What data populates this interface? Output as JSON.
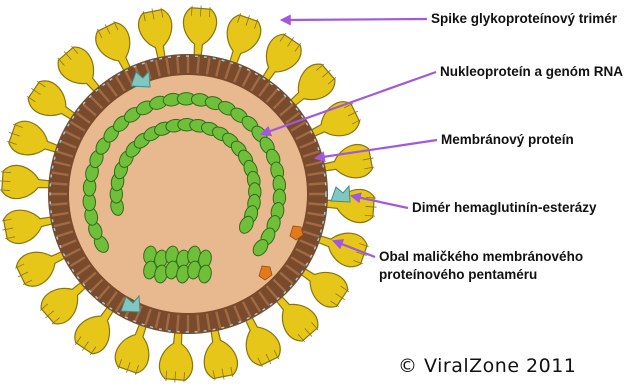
{
  "labels": {
    "spike": "Spike glykoproteínový trimér",
    "nucleoprotein": "Nukleoproteín a genóm RNA",
    "membrane": "Membránový proteín",
    "dimer": "Dimér hemaglutinín-esterázy",
    "envelope_line1": "Obal maličkého membránového",
    "envelope_line2": "proteínového pentaméru"
  },
  "copyright": "© ViralZone 2011",
  "colors": {
    "spike": "#e6c619",
    "spike_stroke": "#8a7410",
    "envelope": "#7a4a2c",
    "core": "#e8b98e",
    "nucleoprotein": "#6fbf3a",
    "nucleoprotein_stroke": "#2f6d18",
    "dimer": "#7fc7c0",
    "pentamer": "#e07a1c",
    "pointer": "#a259d9"
  }
}
